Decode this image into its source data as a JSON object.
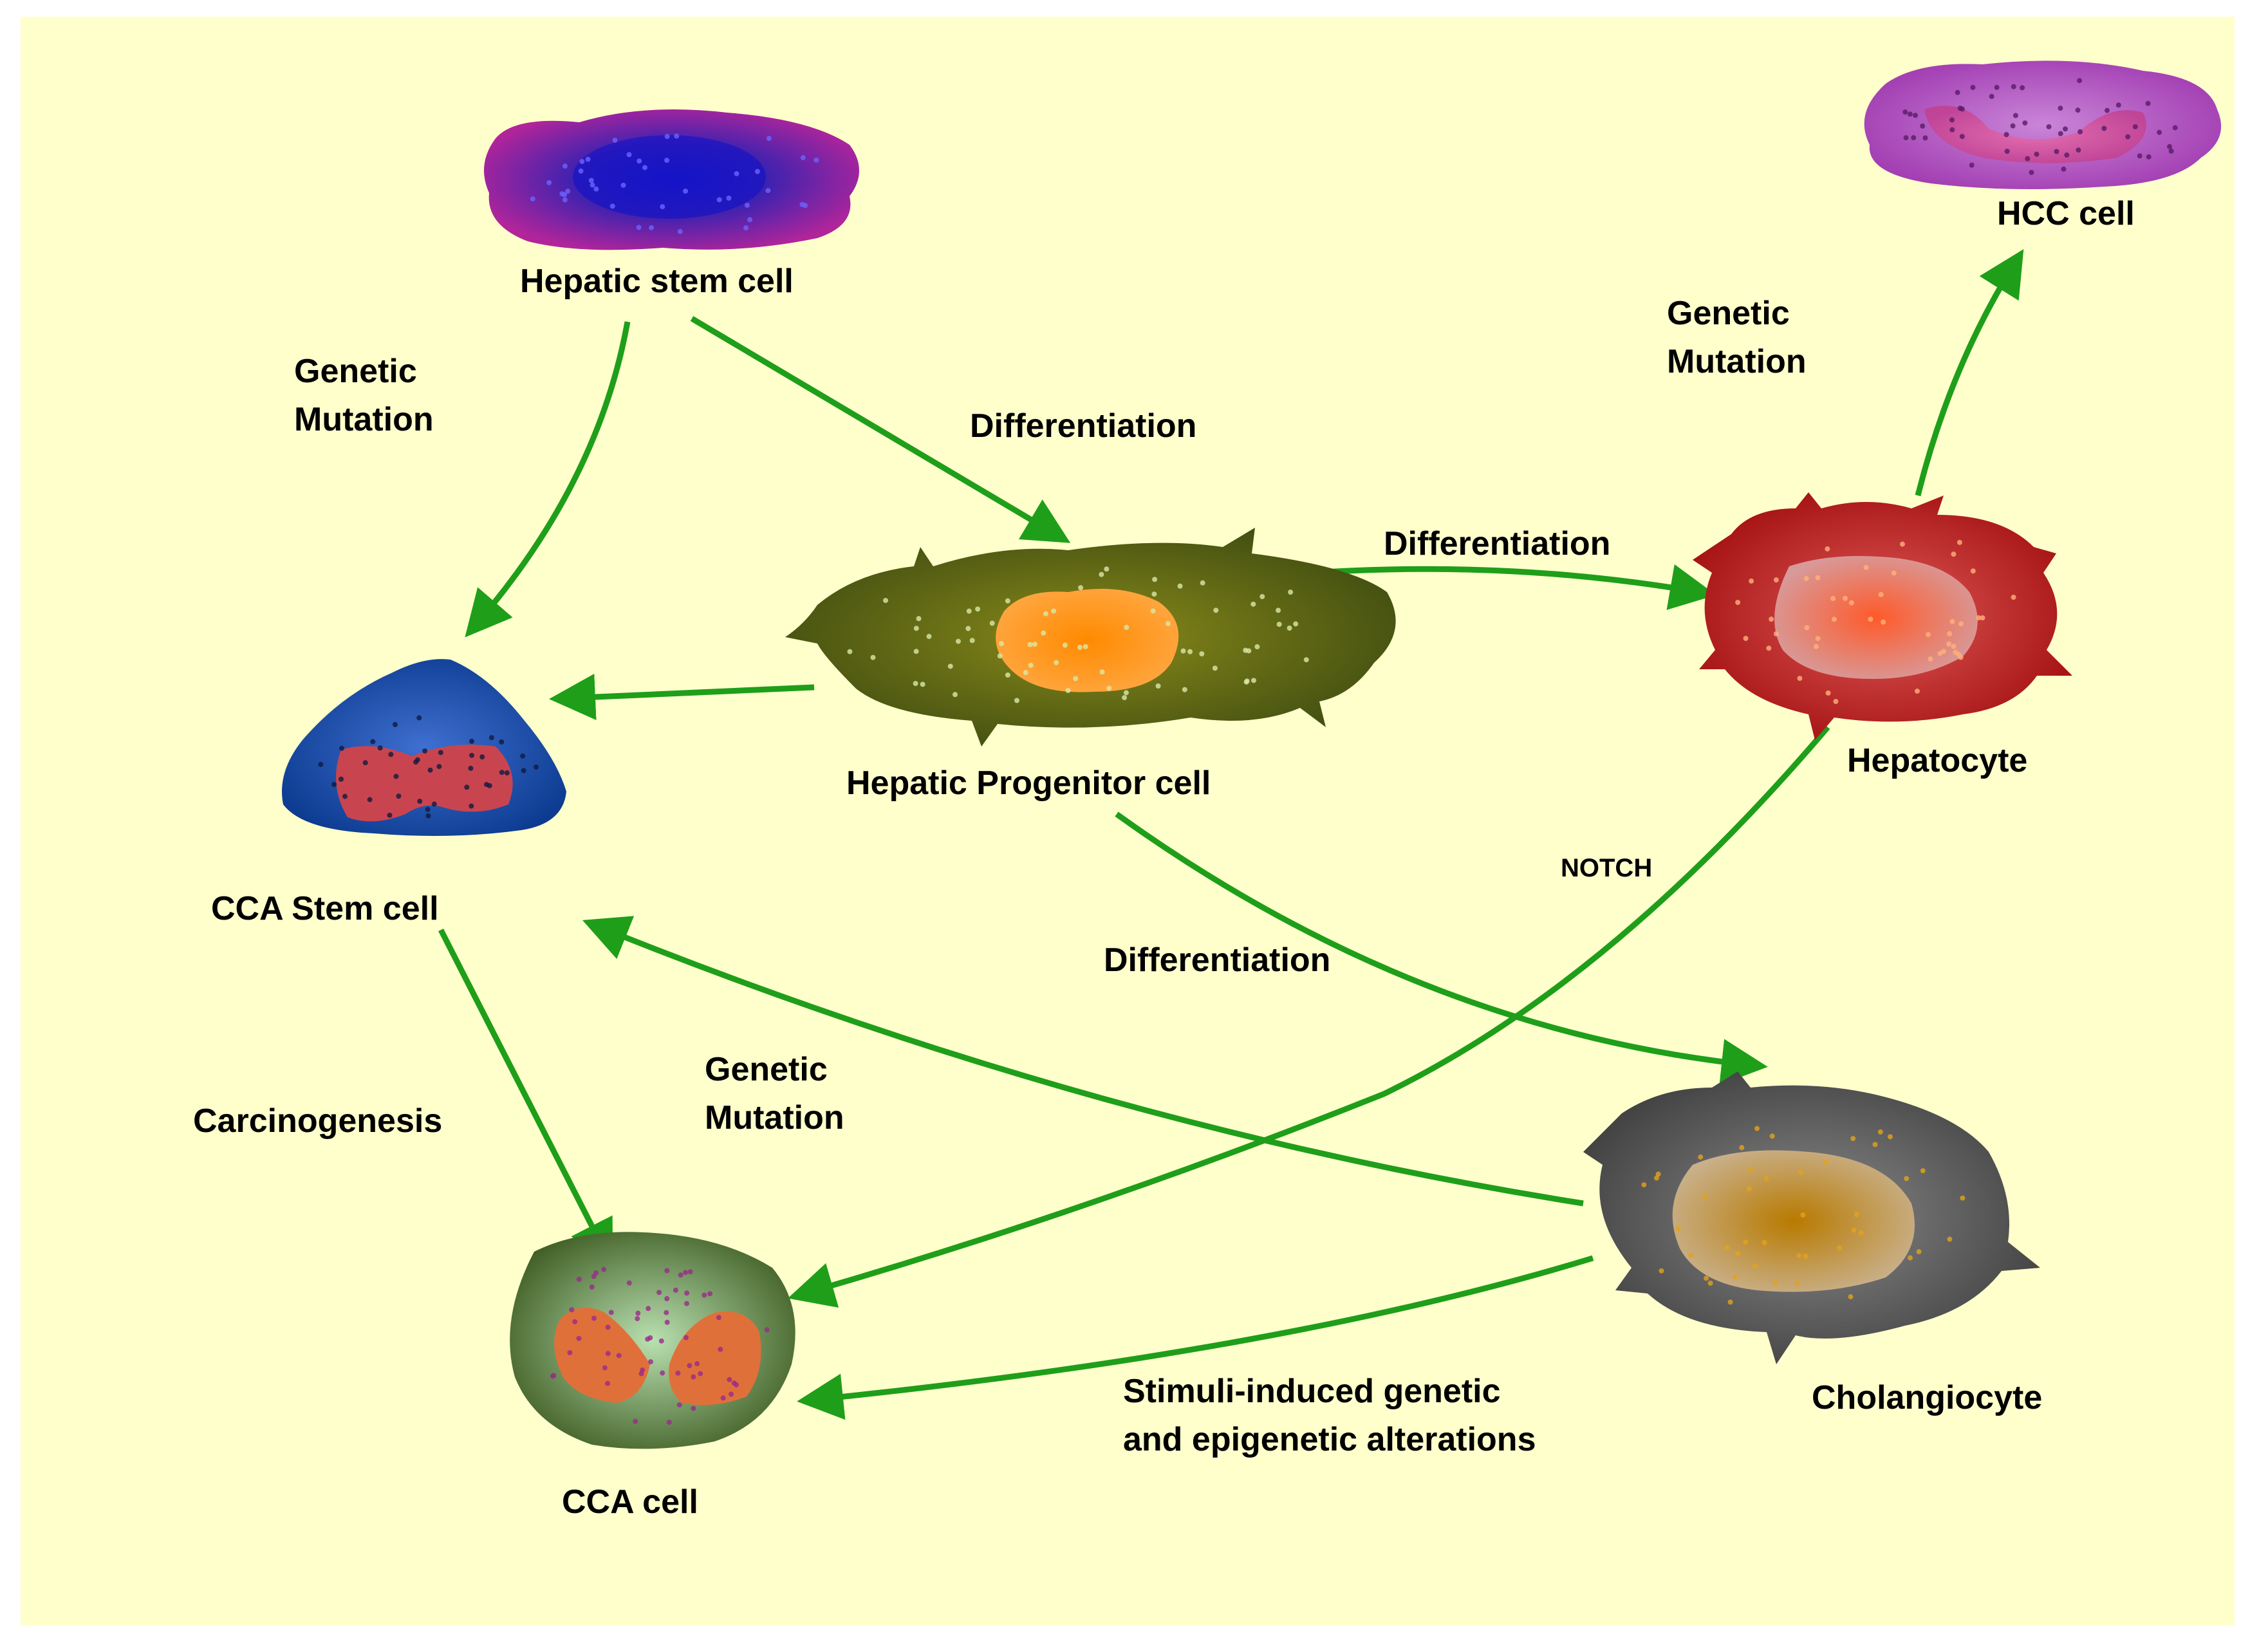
{
  "colors": {
    "background": "#ffffcc",
    "arrow": "#1f9e1a",
    "text": "#000000"
  },
  "cells": {
    "hepatic_stem": "Hepatic stem cell",
    "hcc": "HCC cell",
    "progenitor": "Hepatic Progenitor cell",
    "hepatocyte": "Hepatocyte",
    "cca_stem": "CCA Stem cell",
    "cholangiocyte": "Cholangiocyte",
    "cca": "CCA cell"
  },
  "edges": {
    "stem_to_cca_stem": "Genetic\nMutation",
    "stem_to_progenitor": "Differentiation",
    "hepatocyte_to_hcc": "Genetic\nMutation",
    "progenitor_to_hepatocyte": "Differentiation",
    "hepatocyte_to_cca": "NOTCH",
    "progenitor_to_cholangiocyte": "Differentiation",
    "cca_stem_to_cca": "Carcinogenesis",
    "cholangiocyte_to_cca_stem": "Genetic\nMutation",
    "cholangiocyte_to_cca": "Stimuli-induced genetic\nand epigenetic alterations"
  }
}
